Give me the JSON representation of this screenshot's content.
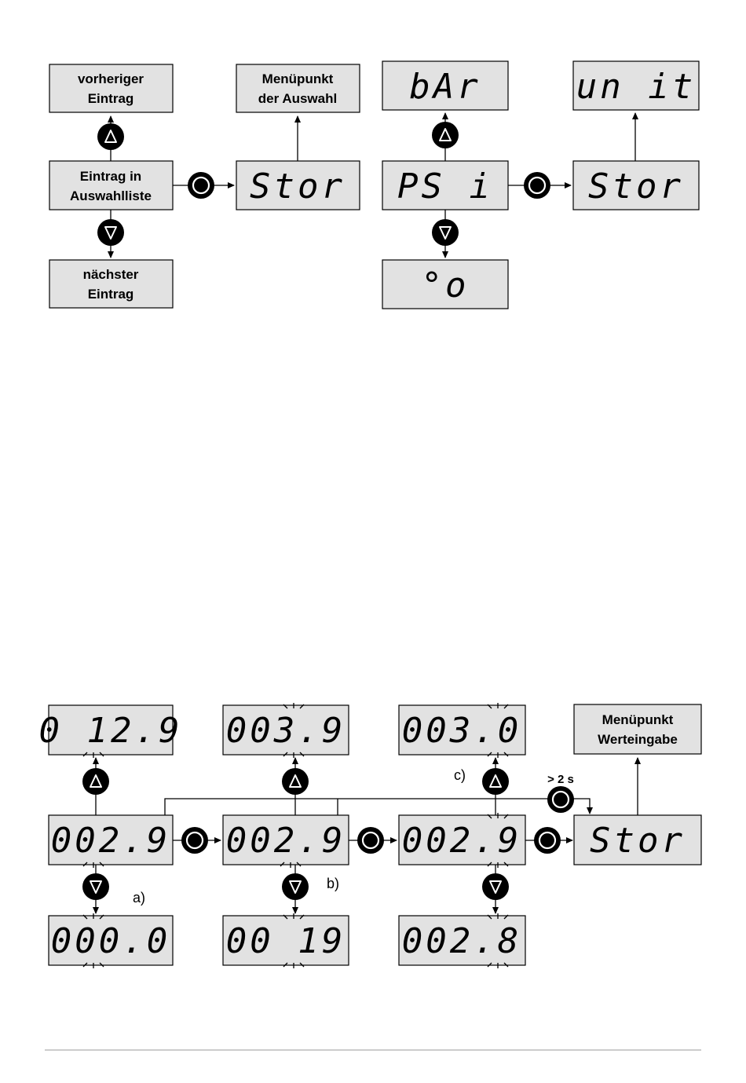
{
  "top_left": {
    "prev": [
      "vorheriger",
      "Eintrag"
    ],
    "current": [
      "Eintrag in",
      "Auswahlliste"
    ],
    "next": [
      "nächster",
      "Eintrag"
    ],
    "store": "Stor",
    "menu": [
      "Menüpunkt",
      "der Auswahl"
    ]
  },
  "top_right": {
    "prev": "bAr",
    "current": "PS i",
    "next": "°o",
    "store": "Stor",
    "menu": "un it"
  },
  "bottom": {
    "col_a": {
      "up": "0 12.9",
      "current": "002.9",
      "down": "000.0",
      "label": "a)"
    },
    "col_b": {
      "up": "003.9",
      "current": "002.9",
      "down": "00 19",
      "label": "b)"
    },
    "col_c": {
      "up": "003.0",
      "current": "002.9",
      "down": "002.8",
      "label": "c)"
    },
    "store": "Stor",
    "menu": [
      "Menüpunkt",
      "Werteingabe"
    ],
    "hold_label": "> 2 s"
  },
  "icons": [
    "up-button-icon",
    "down-button-icon",
    "enter-button-icon"
  ]
}
